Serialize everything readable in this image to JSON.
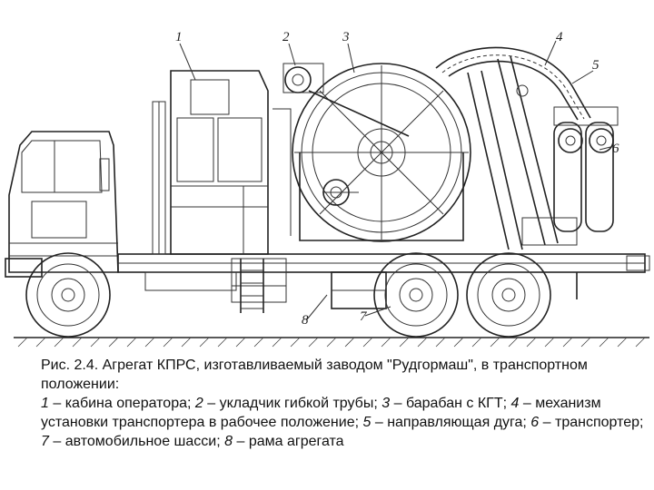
{
  "figure": {
    "callouts": [
      "1",
      "2",
      "3",
      "4",
      "5",
      "6",
      "7",
      "8"
    ]
  },
  "caption": {
    "title": "Рис. 2.4. Агрегат КПРС, изготавливаемый заводом \"Рудгормаш\", в транспортном положении:",
    "items": [
      {
        "num": "1",
        "text": "кабина оператора"
      },
      {
        "num": "2",
        "text": "укладчик гибкой трубы"
      },
      {
        "num": "3",
        "text": "барабан с КГТ"
      },
      {
        "num": "4",
        "text": "механизм установки транспортера в рабочее положение"
      },
      {
        "num": "5",
        "text": "направляющая дуга"
      },
      {
        "num": "6",
        "text": "транспортер"
      },
      {
        "num": "7",
        "text": "автомобильное шасси"
      },
      {
        "num": "8",
        "text": "рама агрегата"
      }
    ]
  }
}
